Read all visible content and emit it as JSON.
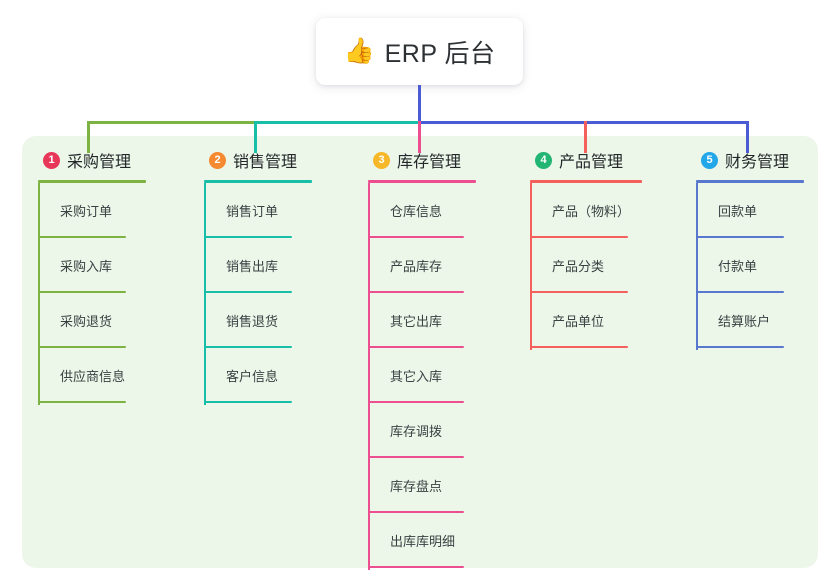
{
  "title": {
    "emoji": "👍",
    "emoji_name": "thumbs-up-icon",
    "text": "ERP 后台"
  },
  "theme": {
    "page_background": "#ffffff",
    "panel_background": "#edf7e9",
    "trunk_color": "#4a5bd4",
    "title_text_color": "#2d3134"
  },
  "columns": [
    {
      "number": "1",
      "title": "采购管理",
      "badge_color": "#e8385a",
      "rule_color": "#7cb342",
      "head_rule_width": 108,
      "item_rule_width": 88,
      "rail_height": 222,
      "items": [
        {
          "label": "采购订单"
        },
        {
          "label": "采购入库"
        },
        {
          "label": "采购退货"
        },
        {
          "label": "供应商信息"
        }
      ]
    },
    {
      "number": "2",
      "title": "销售管理",
      "badge_color": "#f58a31",
      "rule_color": "#17bfa8",
      "head_rule_width": 108,
      "item_rule_width": 88,
      "rail_height": 222,
      "items": [
        {
          "label": "销售订单"
        },
        {
          "label": "销售出库"
        },
        {
          "label": "销售退货"
        },
        {
          "label": "客户信息"
        }
      ]
    },
    {
      "number": "3",
      "title": "库存管理",
      "badge_color": "#f6b828",
      "rule_color": "#ec4e8f",
      "head_rule_width": 108,
      "item_rule_width": 96,
      "rail_height": 387,
      "items": [
        {
          "label": "仓库信息"
        },
        {
          "label": "产品库存"
        },
        {
          "label": "其它出库"
        },
        {
          "label": "其它入库"
        },
        {
          "label": "库存调拨"
        },
        {
          "label": "库存盘点"
        },
        {
          "label": "出库库明细"
        }
      ]
    },
    {
      "number": "4",
      "title": "产品管理",
      "badge_color": "#22b573",
      "rule_color": "#f4605c",
      "head_rule_width": 112,
      "item_rule_width": 98,
      "rail_height": 167,
      "items": [
        {
          "label": "产品（物料）"
        },
        {
          "label": "产品分类"
        },
        {
          "label": "产品单位"
        }
      ]
    },
    {
      "number": "5",
      "title": "财务管理",
      "badge_color": "#22a7e8",
      "rule_color": "#5878cf",
      "head_rule_width": 108,
      "item_rule_width": 88,
      "rail_height": 167,
      "items": [
        {
          "label": "回款单"
        },
        {
          "label": "付款单"
        },
        {
          "label": "结算账户"
        }
      ]
    }
  ],
  "connectors": {
    "bus_segments": [
      {
        "name": "bus-green",
        "color": "#7cb342"
      },
      {
        "name": "bus-teal",
        "color": "#17bfa8"
      },
      {
        "name": "bus-blue",
        "color": "#4a5bd4"
      }
    ],
    "drops": [
      {
        "name": "drop-purchase",
        "color": "#7cb342"
      },
      {
        "name": "drop-sales",
        "color": "#17bfa8"
      },
      {
        "name": "drop-inventory",
        "color": "#ec4e8f"
      },
      {
        "name": "drop-product",
        "color": "#f4605c"
      },
      {
        "name": "drop-finance",
        "color": "#5878cf"
      }
    ]
  }
}
